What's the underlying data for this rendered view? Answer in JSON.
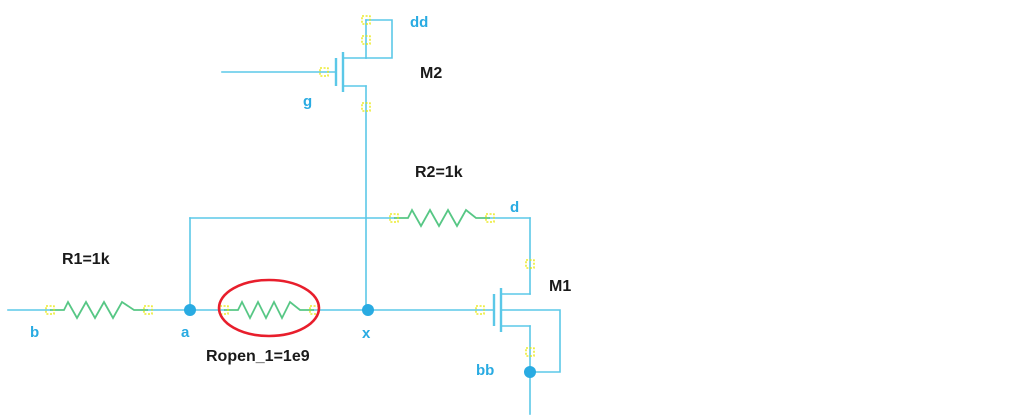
{
  "diagram": {
    "type": "circuit-schematic",
    "components": {
      "m2": {
        "label": "M2",
        "type": "mosfet"
      },
      "m1": {
        "label": "M1",
        "type": "mosfet"
      },
      "r1": {
        "label": "R1=1k",
        "type": "resistor"
      },
      "r2": {
        "label": "R2=1k",
        "type": "resistor"
      },
      "ropen": {
        "label": "Ropen_1=1e9",
        "type": "resistor",
        "highlighted": true
      }
    },
    "nodes": {
      "b": "b",
      "a": "a",
      "x": "x",
      "g": "g",
      "d": "d",
      "dd": "dd",
      "bb": "bb"
    },
    "colors": {
      "wire": "#5bc8e8",
      "component_green": "#57c785",
      "pin_yellow": "#e8e600",
      "node_blue": "#29abe2",
      "highlight_red": "#e81e2c",
      "label_black": "#1a1a1a",
      "background": "#ffffff"
    }
  }
}
